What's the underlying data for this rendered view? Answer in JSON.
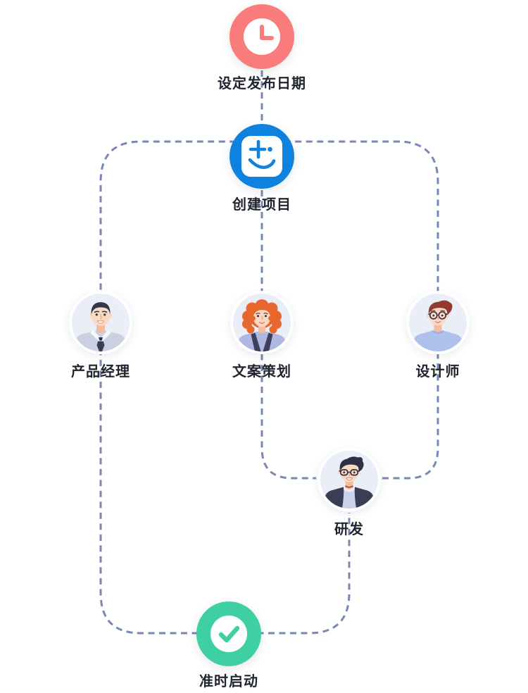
{
  "page": {
    "background_color": "#FFFFFF",
    "text_color": "#20242F"
  },
  "flow": {
    "connector_color": "#7688B3",
    "connector_style": "dashed",
    "start": {
      "label": "设定发布日期",
      "icon": "clock-icon",
      "color": "#F97B7B"
    },
    "project": {
      "label": "创建项目",
      "icon": "teambition-logo",
      "color": "#0E82DE"
    },
    "roles": [
      {
        "label": "产品经理",
        "avatar": "male-product-manager"
      },
      {
        "label": "文案策划",
        "avatar": "female-copywriter"
      },
      {
        "label": "设计师",
        "avatar": "male-designer"
      },
      {
        "label": "研发",
        "avatar": "male-developer"
      }
    ],
    "end": {
      "label": "准时启动",
      "icon": "check-icon",
      "color": "#3ECFA3"
    }
  }
}
